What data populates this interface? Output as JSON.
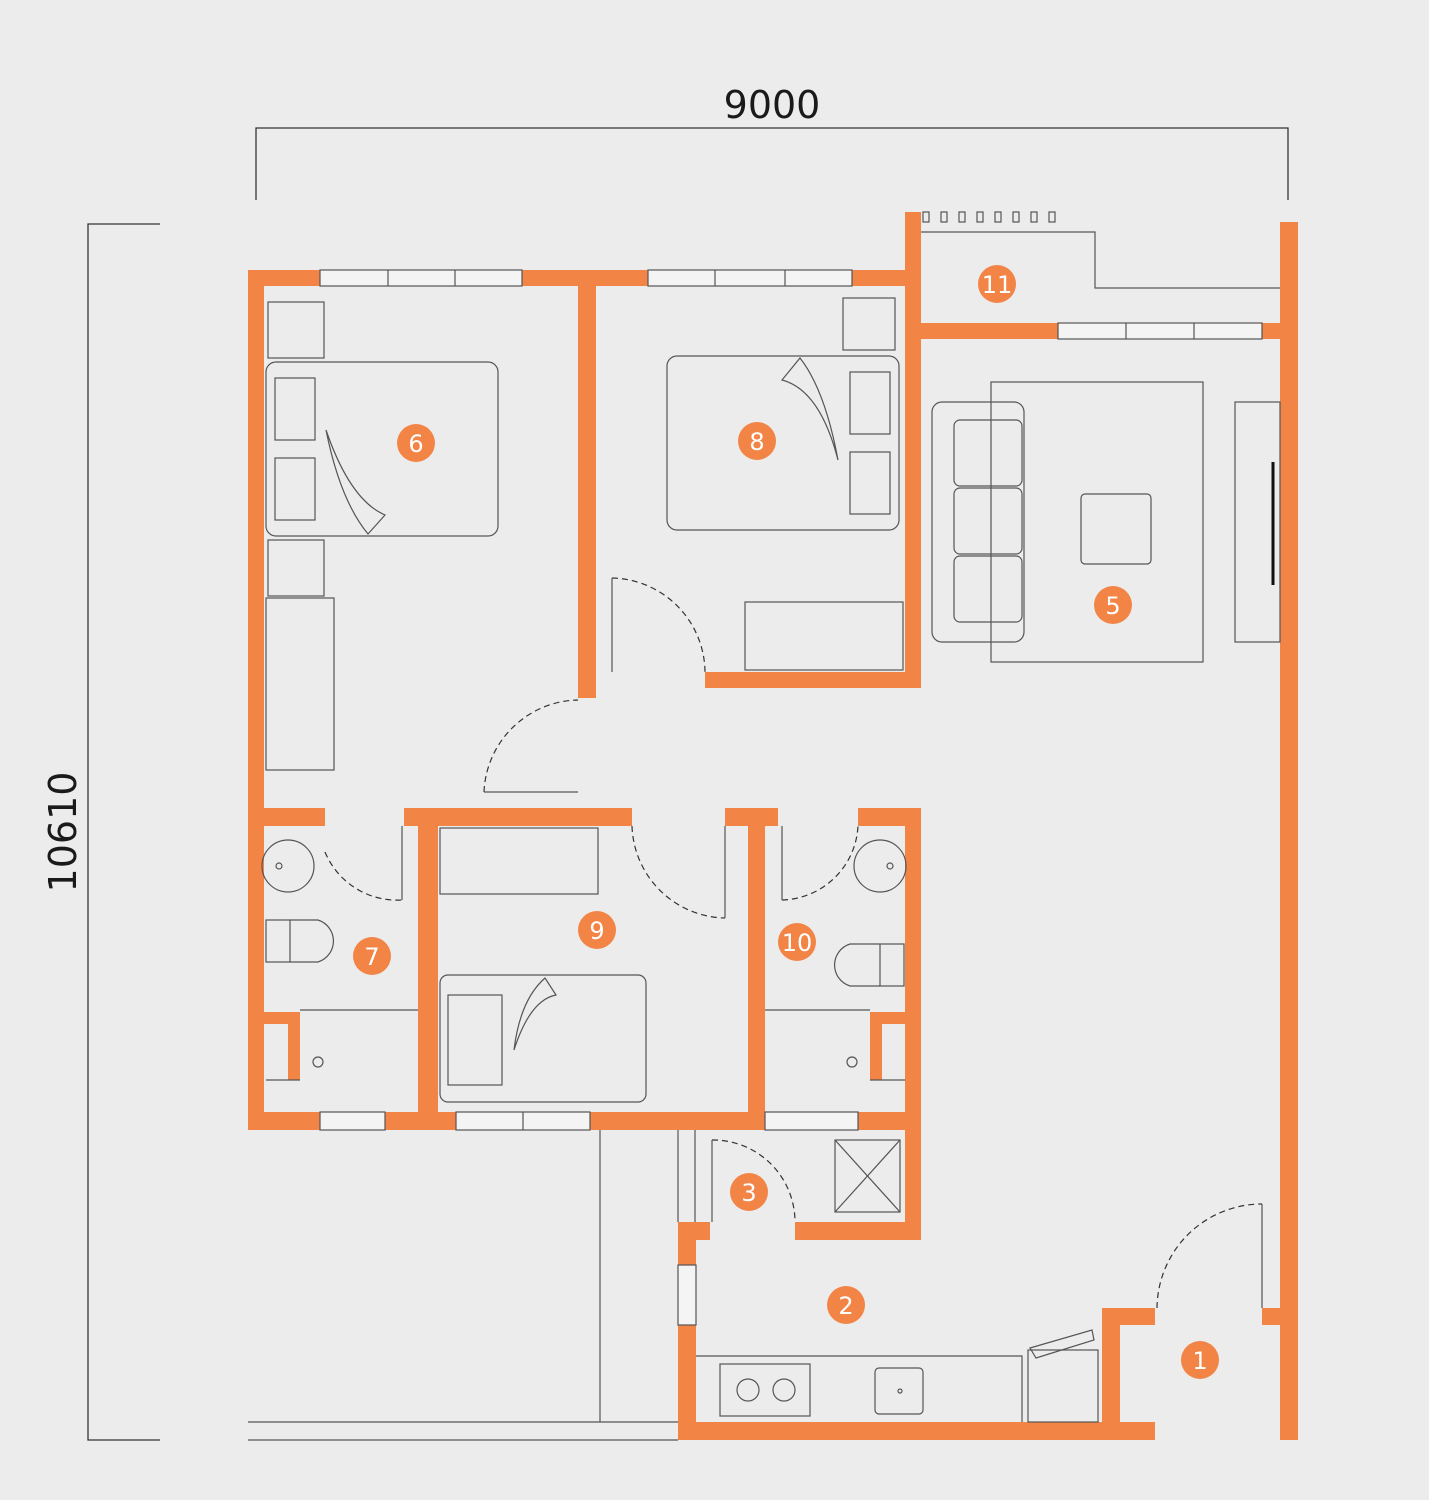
{
  "dimensions": {
    "width_label": "9000",
    "height_label": "10610"
  },
  "colors": {
    "wall": "#f28446",
    "background": "#ececec",
    "marker": "#f28446"
  },
  "room_markers": [
    "1",
    "2",
    "3",
    "5",
    "6",
    "7",
    "8",
    "9",
    "10",
    "11"
  ]
}
